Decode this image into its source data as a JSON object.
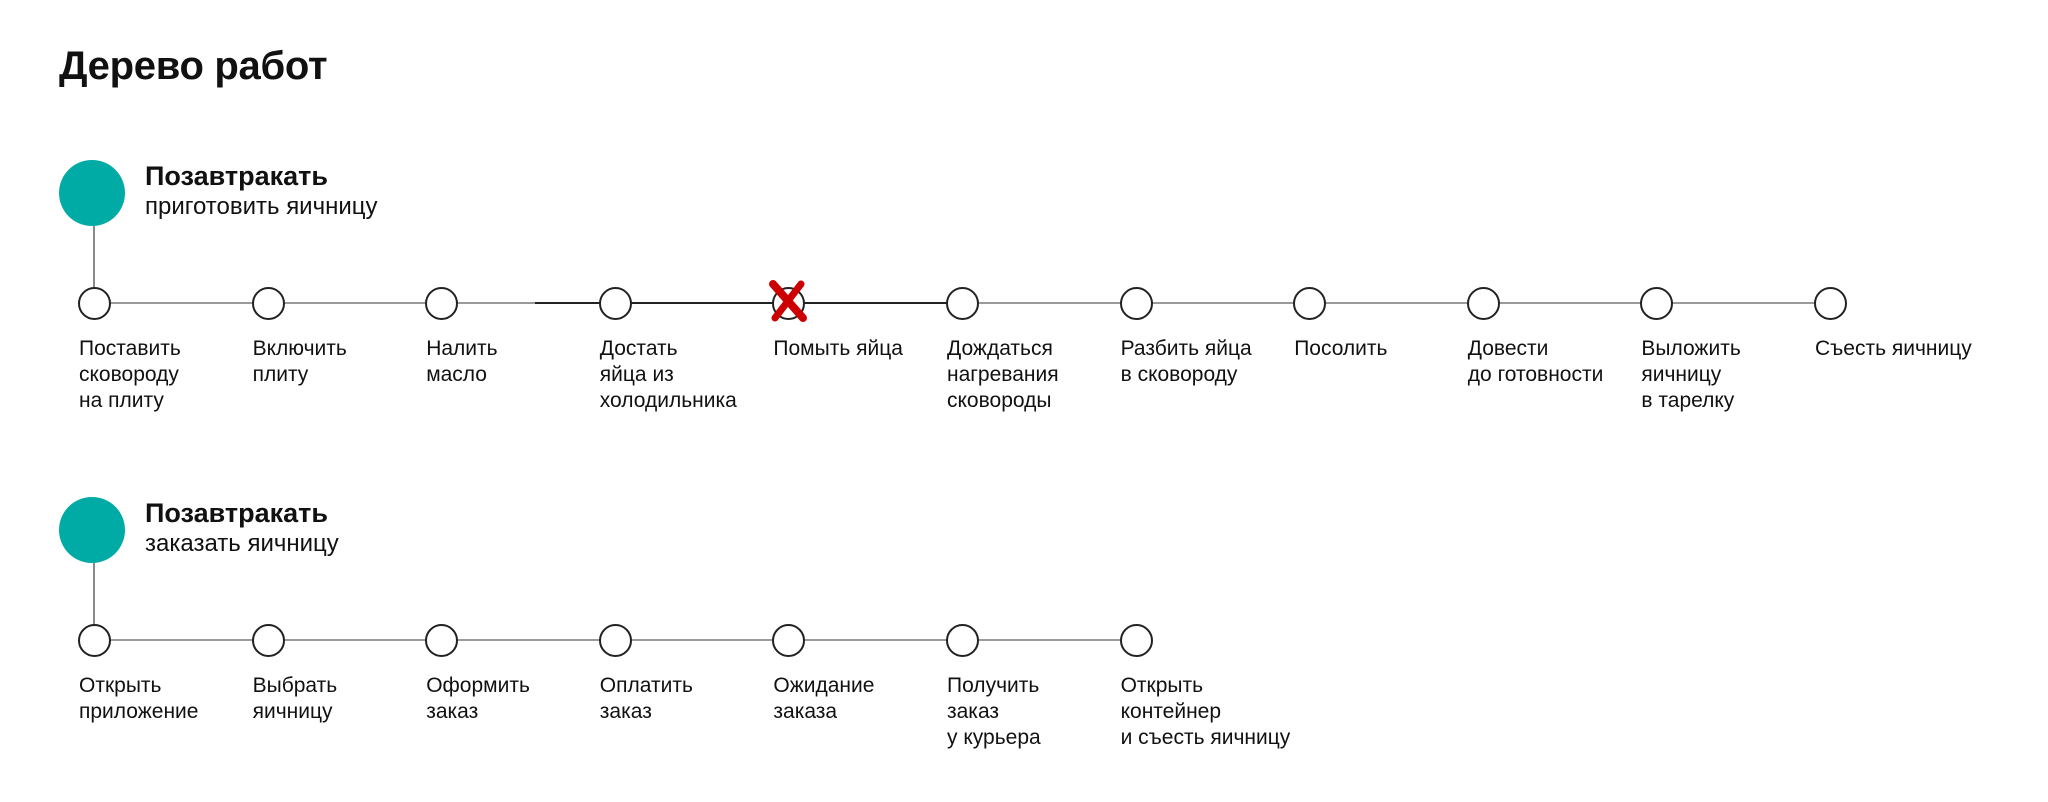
{
  "page": {
    "title": "Дерево работ"
  },
  "colors": {
    "root_node": "#00aba6",
    "cross_mark": "#cc0000",
    "line": "#9a9a9a",
    "node_border": "#222222"
  },
  "trees": [
    {
      "title": "Позавтракать",
      "subtitle": "приготовить яичницу",
      "steps": [
        {
          "label": "Поставить\nсковороду\nна плиту"
        },
        {
          "label": "Включить\nплиту"
        },
        {
          "label": "Налить\nмасло"
        },
        {
          "label": "Достать\nяйца из\nхолодильника"
        },
        {
          "label": "Помыть яйца",
          "crossed_out": true,
          "icon": "cross-icon"
        },
        {
          "label": "Дождаться\nнагревания\nсковороды"
        },
        {
          "label": "Разбить яйца\nв сковороду"
        },
        {
          "label": "Посолить"
        },
        {
          "label": "Довести\nдо готовности"
        },
        {
          "label": "Выложить\nяичницу\nв тарелку"
        },
        {
          "label": "Съесть яичницу"
        }
      ]
    },
    {
      "title": "Позавтракать",
      "subtitle": "заказать яичницу",
      "steps": [
        {
          "label": "Открыть\nприложение"
        },
        {
          "label": "Выбрать\nяичницу"
        },
        {
          "label": "Оформить\nзаказ"
        },
        {
          "label": "Оплатить\nзаказ"
        },
        {
          "label": "Ожидание\nзаказа"
        },
        {
          "label": "Получить\nзаказ\nу курьера"
        },
        {
          "label": "Открыть\nконтейнер\nи съесть яичницу"
        }
      ]
    }
  ]
}
